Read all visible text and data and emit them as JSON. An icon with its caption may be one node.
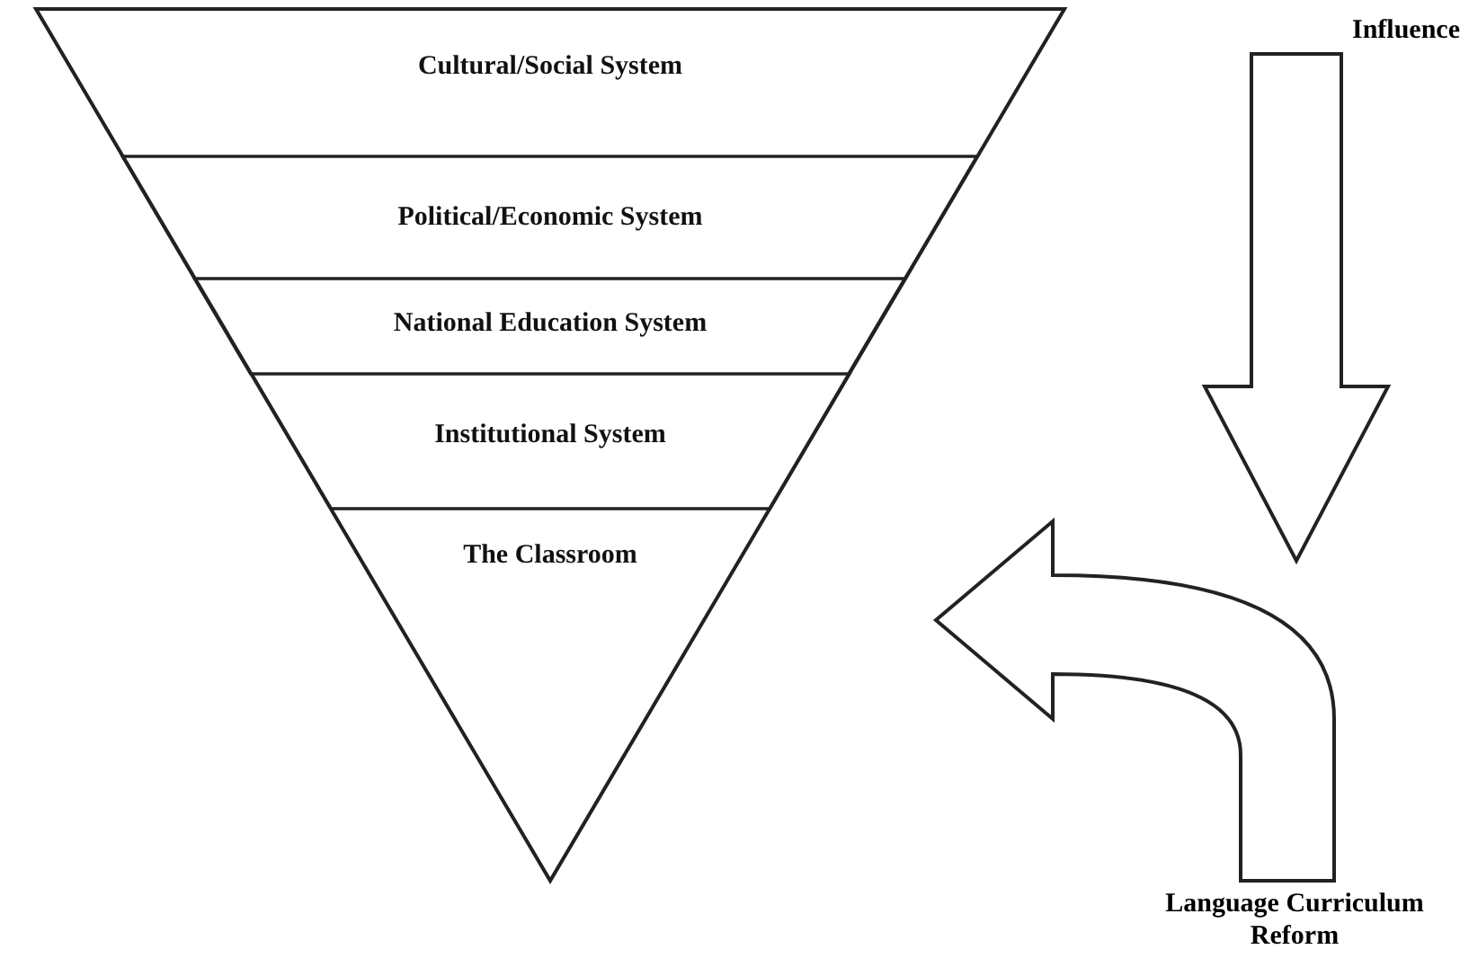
{
  "diagram": {
    "nodes": [
      {
        "text": [],
        "shape": "triangle"
      },
      {
        "text": [
          "Cultural/Social System"
        ],
        "in": 0
      },
      {
        "text": [
          "Political/Economic System"
        ],
        "in": 0
      },
      {
        "text": [
          "National Education System"
        ],
        "in": 0
      },
      {
        "text": [
          "Institutional System"
        ],
        "in": 0
      },
      {
        "text": [
          "The Classroom"
        ],
        "in": 0
      },
      {
        "text": [
          "Influence"
        ]
      },
      {
        "text": [
          "Language Curriculum Reform"
        ]
      }
    ],
    "edges": [
      {
        "from": 6,
        "to": null,
        "arrow": "to"
      },
      {
        "from": 7,
        "to": 5,
        "arrow": "to"
      }
    ]
  }
}
